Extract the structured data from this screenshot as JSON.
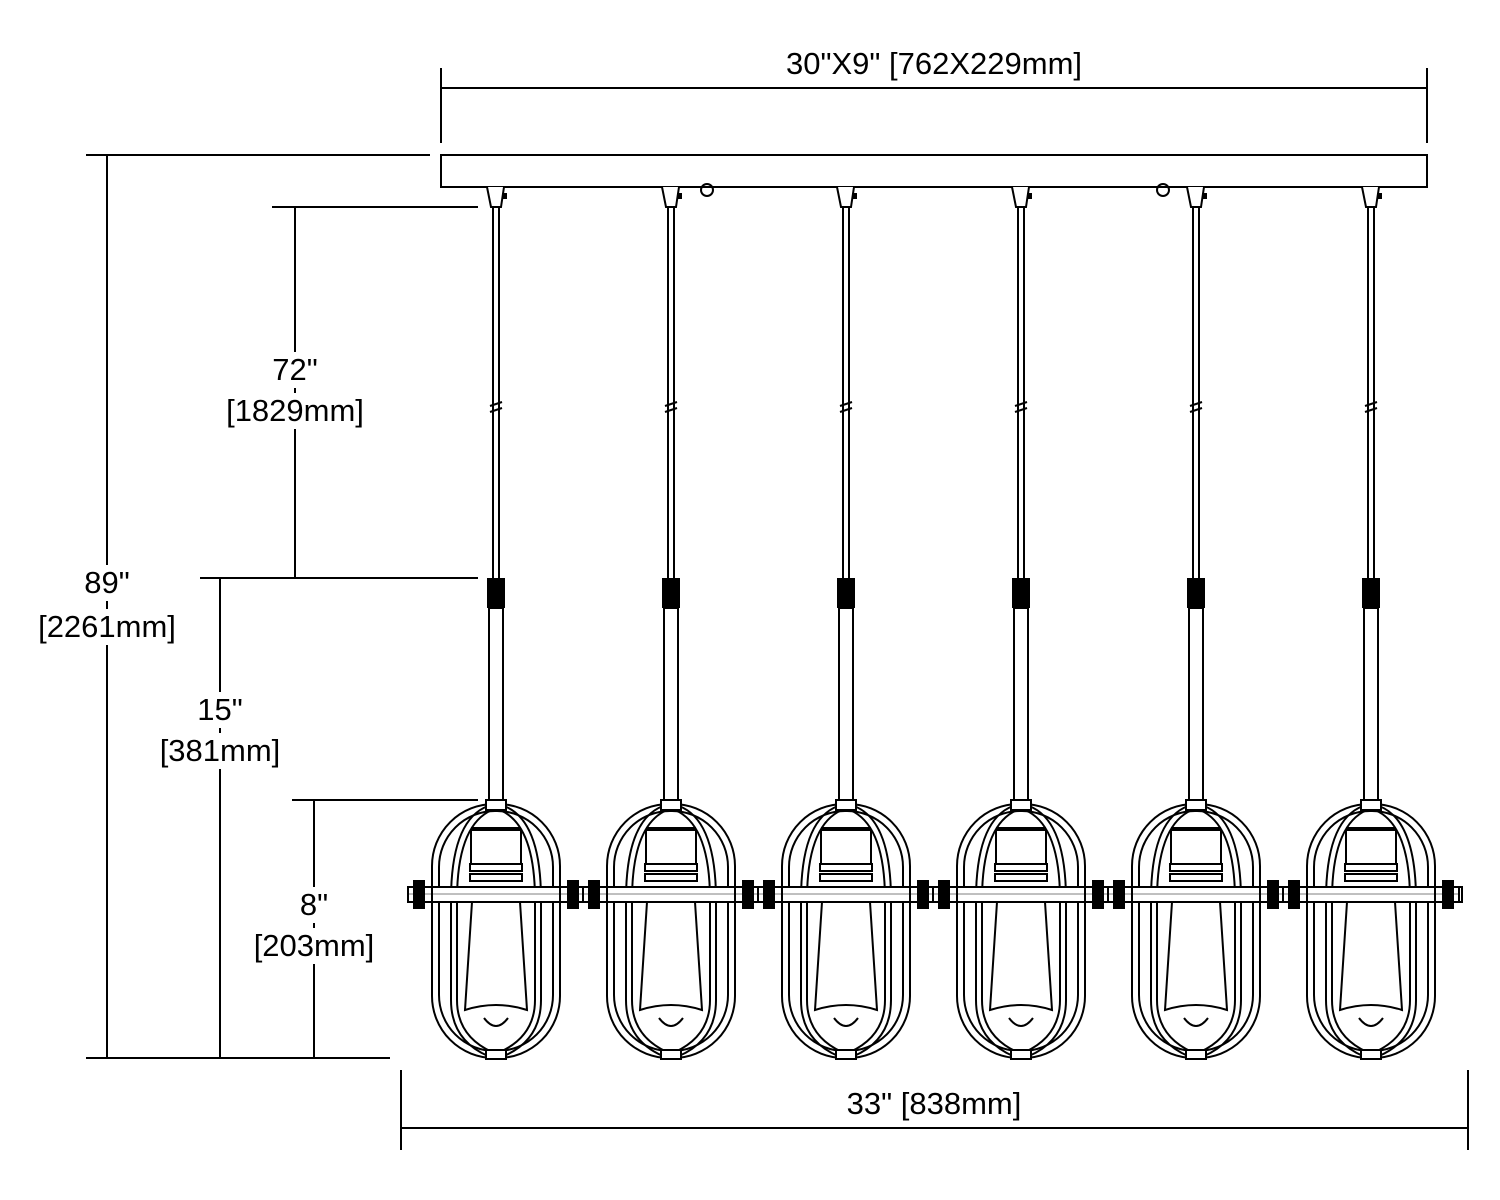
{
  "title": "Linear pendant dimension drawing",
  "colors": {
    "line": "#000000",
    "background": "#ffffff"
  },
  "pendant_count": 6,
  "dimensions": {
    "canopy": "30\"X9\" [762X229mm]",
    "overall_height_in": "89\"",
    "overall_height_mm": "[2261mm]",
    "cord_in": "72\"",
    "cord_mm": "[1829mm]",
    "fixture_in": "15\"",
    "fixture_mm": "[381mm]",
    "shade_in": "8\"",
    "shade_mm": "[203mm]",
    "overall_width": "33\" [838mm]"
  }
}
